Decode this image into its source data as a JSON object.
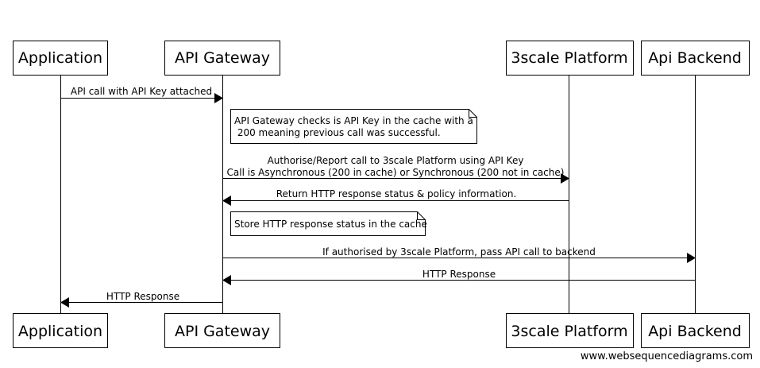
{
  "participants": [
    {
      "id": "application",
      "label": "Application"
    },
    {
      "id": "gateway",
      "label": "API Gateway"
    },
    {
      "id": "platform",
      "label": "3scale Platform"
    },
    {
      "id": "backend",
      "label": "Api Backend"
    }
  ],
  "messages": [
    {
      "from": "application",
      "to": "gateway",
      "lines": [
        "API call with API Key attached"
      ]
    },
    {
      "from": "gateway",
      "to": "platform",
      "lines": [
        "Authorise/Report call to 3scale Platform using API Key",
        "Call is Asynchronous (200 in cache) or Synchronous (200 not in cache)"
      ]
    },
    {
      "from": "platform",
      "to": "gateway",
      "lines": [
        "Return HTTP response status & policy information."
      ]
    },
    {
      "from": "gateway",
      "to": "backend",
      "lines": [
        "If authorised by 3scale Platform, pass API call to backend"
      ]
    },
    {
      "from": "backend",
      "to": "gateway",
      "lines": [
        "HTTP Response"
      ]
    },
    {
      "from": "gateway",
      "to": "application",
      "lines": [
        "HTTP Response"
      ]
    }
  ],
  "notes": [
    {
      "over": "gateway",
      "lines": [
        "API Gateway checks is API Key in the cache with a",
        " 200 meaning previous call was successful."
      ]
    },
    {
      "over": "gateway",
      "lines": [
        "Store HTTP response status in the cache"
      ]
    }
  ],
  "footer": "www.websequencediagrams.com"
}
